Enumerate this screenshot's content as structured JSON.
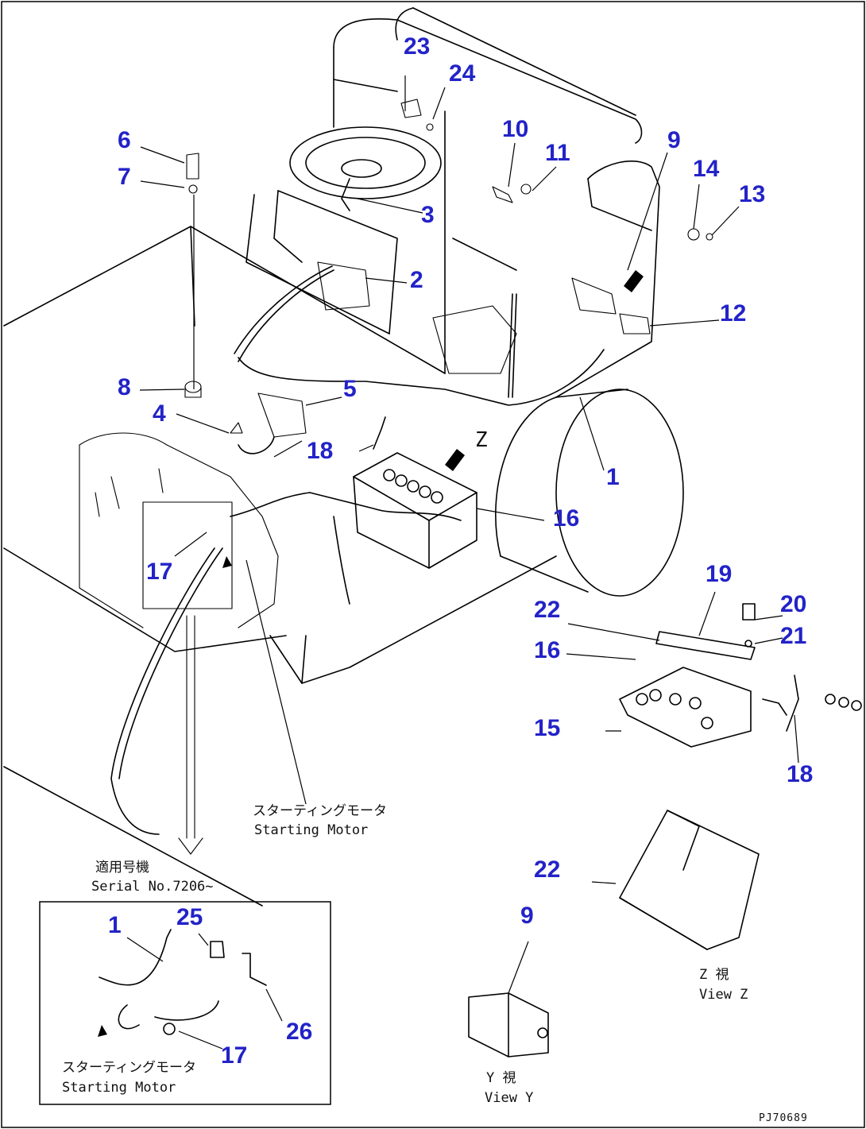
{
  "callouts": {
    "n1": "1",
    "n2": "2",
    "n3": "3",
    "n4": "4",
    "n5": "5",
    "n6": "6",
    "n7": "7",
    "n8": "8",
    "n9": "9",
    "n10": "10",
    "n11": "11",
    "n12": "12",
    "n13": "13",
    "n14": "14",
    "n15": "15",
    "n16": "16",
    "n17": "17",
    "n18": "18",
    "n19": "19",
    "n20": "20",
    "n21": "21",
    "n22": "22",
    "n23": "23",
    "n24": "24",
    "n1b": "1",
    "n25": "25",
    "n26": "26",
    "n17b": "17",
    "n22b": "22",
    "n16b": "16",
    "n18b": "18",
    "n9b": "9"
  },
  "labels": {
    "z_mark": "Z",
    "starting_motor_jp": "スターティングモータ",
    "starting_motor_en": "Starting Motor",
    "serial_jp": "適用号機",
    "serial_en": "Serial No.7206~",
    "inset_motor_jp": "スターティングモータ",
    "inset_motor_en": "Starting Motor",
    "view_z_jp": "Z 視",
    "view_z_en": "View Z",
    "view_y_jp": "Y 視",
    "view_y_en": "View Y",
    "drawing_code": "PJ70689"
  }
}
